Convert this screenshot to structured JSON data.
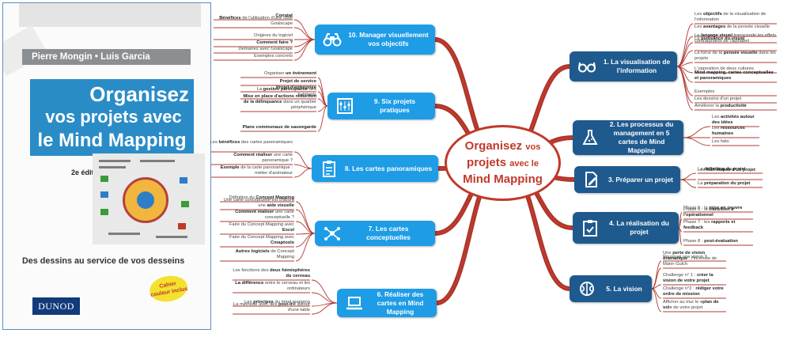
{
  "book": {
    "authors": "Pierre Mongin • Luis Garcia",
    "title_line1": "Organisez",
    "title_line2": "vos projets avec",
    "title_line3": "le Mind Mapping",
    "edition": "2e édition",
    "tagline": "Des dessins au service de vos desseins",
    "sticker": "Cahier couleur inclus",
    "publisher": "DUNOD"
  },
  "center": {
    "line1": "Organisez",
    "line1_small": "vos",
    "line2": "projets",
    "line2_small": "avec le",
    "line3": "Mind Mapping"
  },
  "branches": {
    "b1": {
      "label": "1. La visualisation de l'information",
      "icon": "glasses-icon",
      "leaves": [
        {
          "pre": "Les ",
          "bold": "objectifs",
          "post": " de la visualisation de l'information"
        },
        {
          "pre": "Les ",
          "bold": "avantages",
          "post": " de la pensée visuelle"
        },
        {
          "pre": "La ",
          "bold": "puissance du visuel",
          "post": ""
        },
        {
          "pre": "Le ",
          "bold": "langage visuel",
          "post": " transcende les effets contraignants de l'alphabet"
        },
        {
          "pre": "La force de la ",
          "bold": "pensée visuelle",
          "post": " dans les projets"
        },
        {
          "pre": "L'opposition de deux cultures",
          "bold": "",
          "post": ""
        },
        {
          "pre": "",
          "bold": "Mind mapping, cartes conceptuelles et panoramiques",
          "post": ""
        },
        {
          "pre": "Exemples",
          "bold": "",
          "post": ""
        },
        {
          "pre": "Les dessins d'un projet",
          "bold": "",
          "post": ""
        },
        {
          "pre": "Améliorer la ",
          "bold": "productivité",
          "post": ""
        }
      ]
    },
    "b2": {
      "label": "2. Les processus du management en 5 cartes de Mind Mapping",
      "icon": "flask-icon",
      "leaves": [
        {
          "pre": "Les ",
          "bold": "activités autour des idées",
          "post": ""
        },
        {
          "pre": "Les ",
          "bold": "ressources humaines",
          "post": ""
        },
        {
          "pre": "Les faits",
          "bold": "",
          "post": ""
        }
      ]
    },
    "b3": {
      "label": "3. Préparer un projet",
      "icon": "pen-paper-icon",
      "leaves": [
        {
          "pre": "La ",
          "bold": "définition du projet",
          "post": ""
        },
        {
          "pre": "Les ",
          "bold": "huit étapes d'un projet",
          "post": ""
        },
        {
          "pre": "La ",
          "bold": "préparation du projet",
          "post": ""
        }
      ]
    },
    "b4": {
      "label": "4. La réalisation du projet",
      "icon": "checklist-icon",
      "leaves": [
        {
          "pre": "Phase 5 : la ",
          "bold": "mise en oeuvre",
          "post": ""
        },
        {
          "pre": "Phase 6 : la ",
          "bold": "transition à l'opérationnel",
          "post": ""
        },
        {
          "pre": "Phase 7 : les ",
          "bold": "rapports et feedback",
          "post": ""
        },
        {
          "pre": "Phase 8 : ",
          "bold": "post-évaluation",
          "post": ""
        }
      ]
    },
    "b5": {
      "label": "5. La vision",
      "icon": "brain-icon",
      "leaves": [
        {
          "pre": "Pourquoi une vision ?",
          "bold": "",
          "post": ""
        },
        {
          "pre": "Une ",
          "bold": "perte de vision dramatique",
          "post": " : l'incendie de Mann Gulch"
        },
        {
          "pre": "Challenge n° 1 : ",
          "bold": "créer la vision de votre projet",
          "post": ""
        },
        {
          "pre": "Challenge n°2 : ",
          "bold": "rédiger votre ordre de mission",
          "post": ""
        },
        {
          "pre": "Afficher au mur le ",
          "bold": "«plan de vol»",
          "post": " de votre projet"
        }
      ]
    },
    "b6": {
      "label": "6. Réaliser des cartes en Mind Mapping",
      "icon": "laptop-icon",
      "leaves": [
        {
          "pre": "Les fonctions des ",
          "bold": "deux hémisphères du cerveau",
          "post": ""
        },
        {
          "pre": "",
          "bold": "La différence",
          "post": " entre le cerveau et les ordinateurs"
        },
        {
          "pre": "Les ",
          "bold": "principes",
          "post": " du mind mapping"
        },
        {
          "pre": "La méthode avec des ",
          "bold": "post-it®",
          "post": " autour d'une table"
        }
      ]
    },
    "b7": {
      "label": "7. Les cartes conceptuelles",
      "icon": "network-icon",
      "leaves": [
        {
          "pre": "Définition du ",
          "bold": "Concept Mapping",
          "post": ""
        },
        {
          "pre": "Une carte conceptuelle est d'abord une ",
          "bold": "aide visuelle",
          "post": ""
        },
        {
          "pre": "",
          "bold": "Comment réaliser",
          "post": " une carte conceptuelle ?"
        },
        {
          "pre": "Faire du Concept Mapping avec ",
          "bold": "Excel",
          "post": ""
        },
        {
          "pre": "Faire du Concept Mapping avec ",
          "bold": "Cmaptools",
          "post": ""
        },
        {
          "pre": "",
          "bold": "Autres logiciels",
          "post": " de Concept Mapping"
        }
      ]
    },
    "b8": {
      "label": "8. Les cartes panoramiques",
      "icon": "clipboard-icon",
      "leaves": [
        {
          "pre": "Les ",
          "bold": "bénéfices",
          "post": " des cartes panoramiques"
        },
        {
          "pre": "",
          "bold": "Comment réaliser",
          "post": " une carte panoramique ?"
        },
        {
          "pre": "",
          "bold": "Exemple",
          "post": " de la carte panoramique : métier d'animateur"
        }
      ]
    },
    "b9": {
      "label": "9. Six projets pratiques",
      "icon": "kanban-icon",
      "leaves": [
        {
          "pre": "Organiser ",
          "bold": "un événement",
          "post": ""
        },
        {
          "pre": "",
          "bold": "Projet de service",
          "post": ""
        },
        {
          "pre": "",
          "bold": "Projet d'entreprise",
          "post": ""
        },
        {
          "pre": "La ",
          "bold": "gestion participative",
          "post": " des habitants"
        },
        {
          "pre": "",
          "bold": "Mise en place d'actions réduction de la délinquance",
          "post": " dans un quartier périphérique"
        },
        {
          "pre": "",
          "bold": "Plans communaux de sauvegarde",
          "post": ""
        }
      ]
    },
    "b10": {
      "label": "10. Manager visuellement vos objectifs",
      "icon": "binoculars-icon",
      "leaves": [
        {
          "pre": "",
          "bold": "Constat",
          "post": ""
        },
        {
          "pre": "",
          "bold": "Bénéfices",
          "post": " de l'utilisation d'une cible Goalscape"
        },
        {
          "pre": "Origines du logiciel",
          "bold": "",
          "post": ""
        },
        {
          "pre": "",
          "bold": "Comment faire ?",
          "post": ""
        },
        {
          "pre": "Demarrez avec Goalscape",
          "bold": "",
          "post": ""
        },
        {
          "pre": "Exemples concrets",
          "bold": "",
          "post": ""
        }
      ]
    }
  }
}
